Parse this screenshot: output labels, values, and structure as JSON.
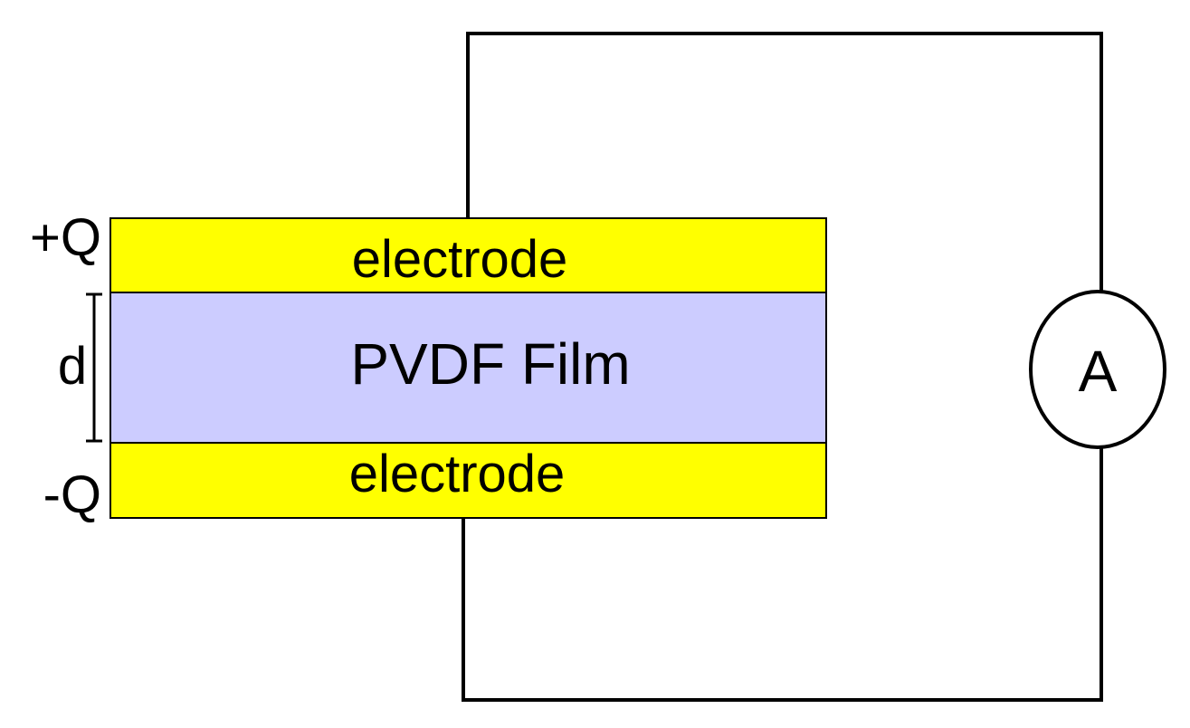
{
  "diagram": {
    "top_electrode": {
      "label": "electrode",
      "color": "#FFFF00"
    },
    "film": {
      "label": "PVDF Film",
      "color": "#CCCCFF"
    },
    "bottom_electrode": {
      "label": "electrode",
      "color": "#FFFF00"
    },
    "charge_top": "+Q",
    "charge_bottom": "-Q",
    "thickness_label": "d",
    "meter": {
      "label": "A"
    }
  }
}
